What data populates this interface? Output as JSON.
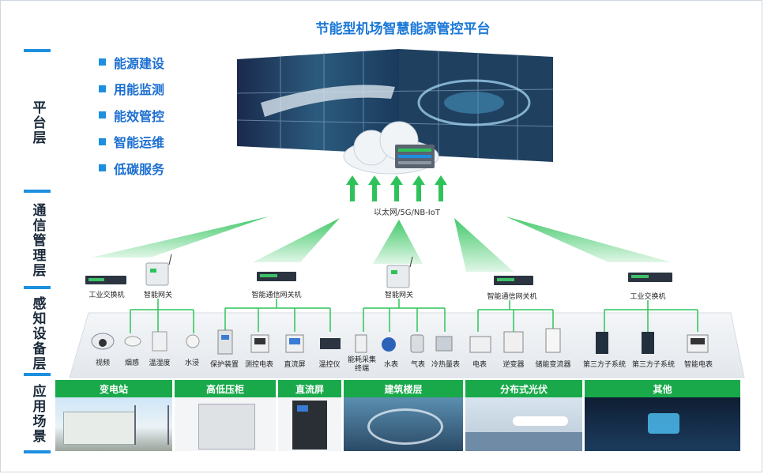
{
  "title": "节能型机场智慧能源管控平台",
  "layers": {
    "platform": "平台层",
    "comm": "通信管理层",
    "sensing": "感知设备层",
    "application": "应用场景"
  },
  "platform_items": [
    "能源建设",
    "用能监测",
    "能效管控",
    "智能运维",
    "低碳服务"
  ],
  "network_label": "以太网/5G/NB-IoT",
  "gateways": [
    "工业交换机",
    "智能网关",
    "智能通信网关机",
    "智能网关",
    "智能通信网关机",
    "工业交换机"
  ],
  "devices": [
    "视频",
    "烟感",
    "温湿度",
    "水浸",
    "保护装置",
    "测控电表",
    "直流屏",
    "温控仪",
    "能耗采集终端",
    "水表",
    "气表",
    "冷热量表",
    "电表",
    "逆变器",
    "储能变流器",
    "第三方子系统",
    "第三方子系统",
    "智能电表"
  ],
  "scenes": [
    "变电站",
    "高低压柜",
    "直流屏",
    "建筑楼层",
    "分布式光伏",
    "其他"
  ],
  "colors": {
    "accent_blue": "#1d8fe0",
    "title_blue": "#1a78d8",
    "scene_green": "#19a94a",
    "arrow_green": "#2ec35a"
  }
}
